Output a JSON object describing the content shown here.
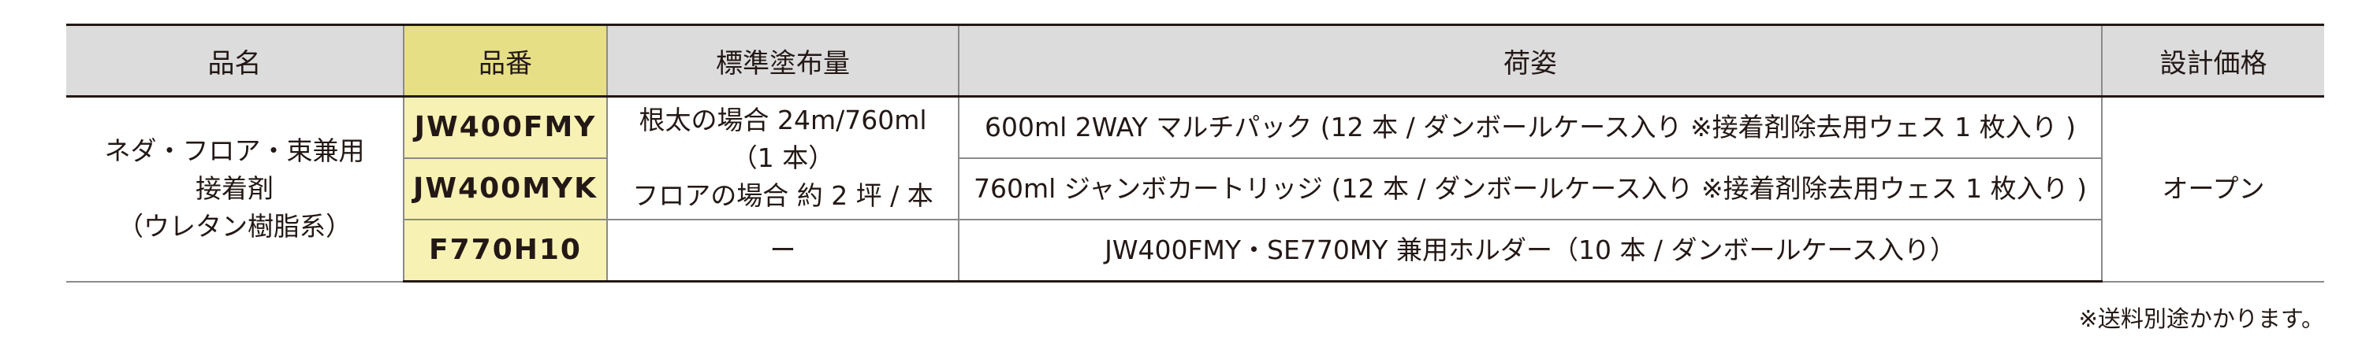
{
  "table": {
    "headers": {
      "name": "品名",
      "code": "品番",
      "coverage": "標準塗布量",
      "packing": "荷姿",
      "price": "設計価格"
    },
    "product_name": [
      "ネダ・フロア・束兼用",
      "接着剤",
      "（ウレタン樹脂系）"
    ],
    "rows": [
      {
        "code": "JW400FMY",
        "coverage": [
          "根太の場合 24m/760ml",
          "（1 本）"
        ],
        "packing": "600ml 2WAY マルチパック (12 本 / ダンボールケース入り ※接着剤除去用ウェス 1 枚入り )"
      },
      {
        "code": "JW400MYK",
        "coverage": [
          "フロアの場合 約 2 坪 / 本"
        ],
        "packing": "760ml ジャンボカートリッジ (12 本 / ダンボールケース入り ※接着剤除去用ウェス 1 枚入り )"
      },
      {
        "code": "F770H10",
        "coverage": [
          "ー"
        ],
        "packing": "JW400FMY・SE770MY 兼用ホルダー（10 本 / ダンボールケース入り）"
      }
    ],
    "price": "オープン"
  },
  "note": "※送料別途かかります。",
  "colors": {
    "header_bg": "#dcdcdd",
    "code_header_bg": "#e7df86",
    "code_cell_bg": "#f7f1b4",
    "text": "#231815",
    "grid": "#8a8a8a"
  }
}
